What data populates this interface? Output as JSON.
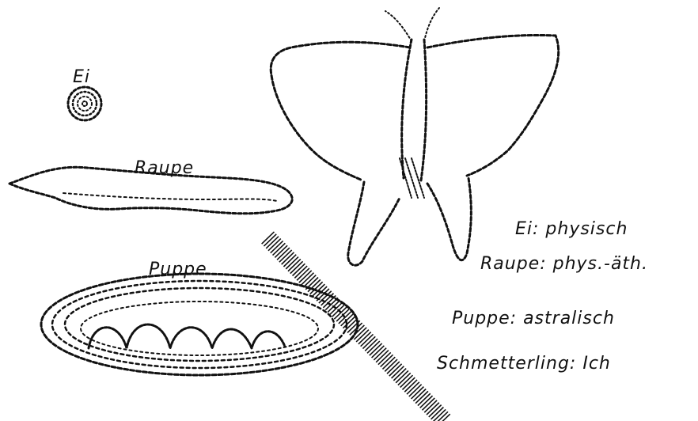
{
  "stages": {
    "ei": "Ei",
    "raupe": "Raupe",
    "puppe": "Puppe"
  },
  "legend": [
    "Ei: physisch",
    "Raupe: phys.-äth.",
    "Puppe: astralisch",
    "Schmetterling: Ich"
  ],
  "colors": {
    "ink": "#111111",
    "paper": "#ffffff"
  }
}
